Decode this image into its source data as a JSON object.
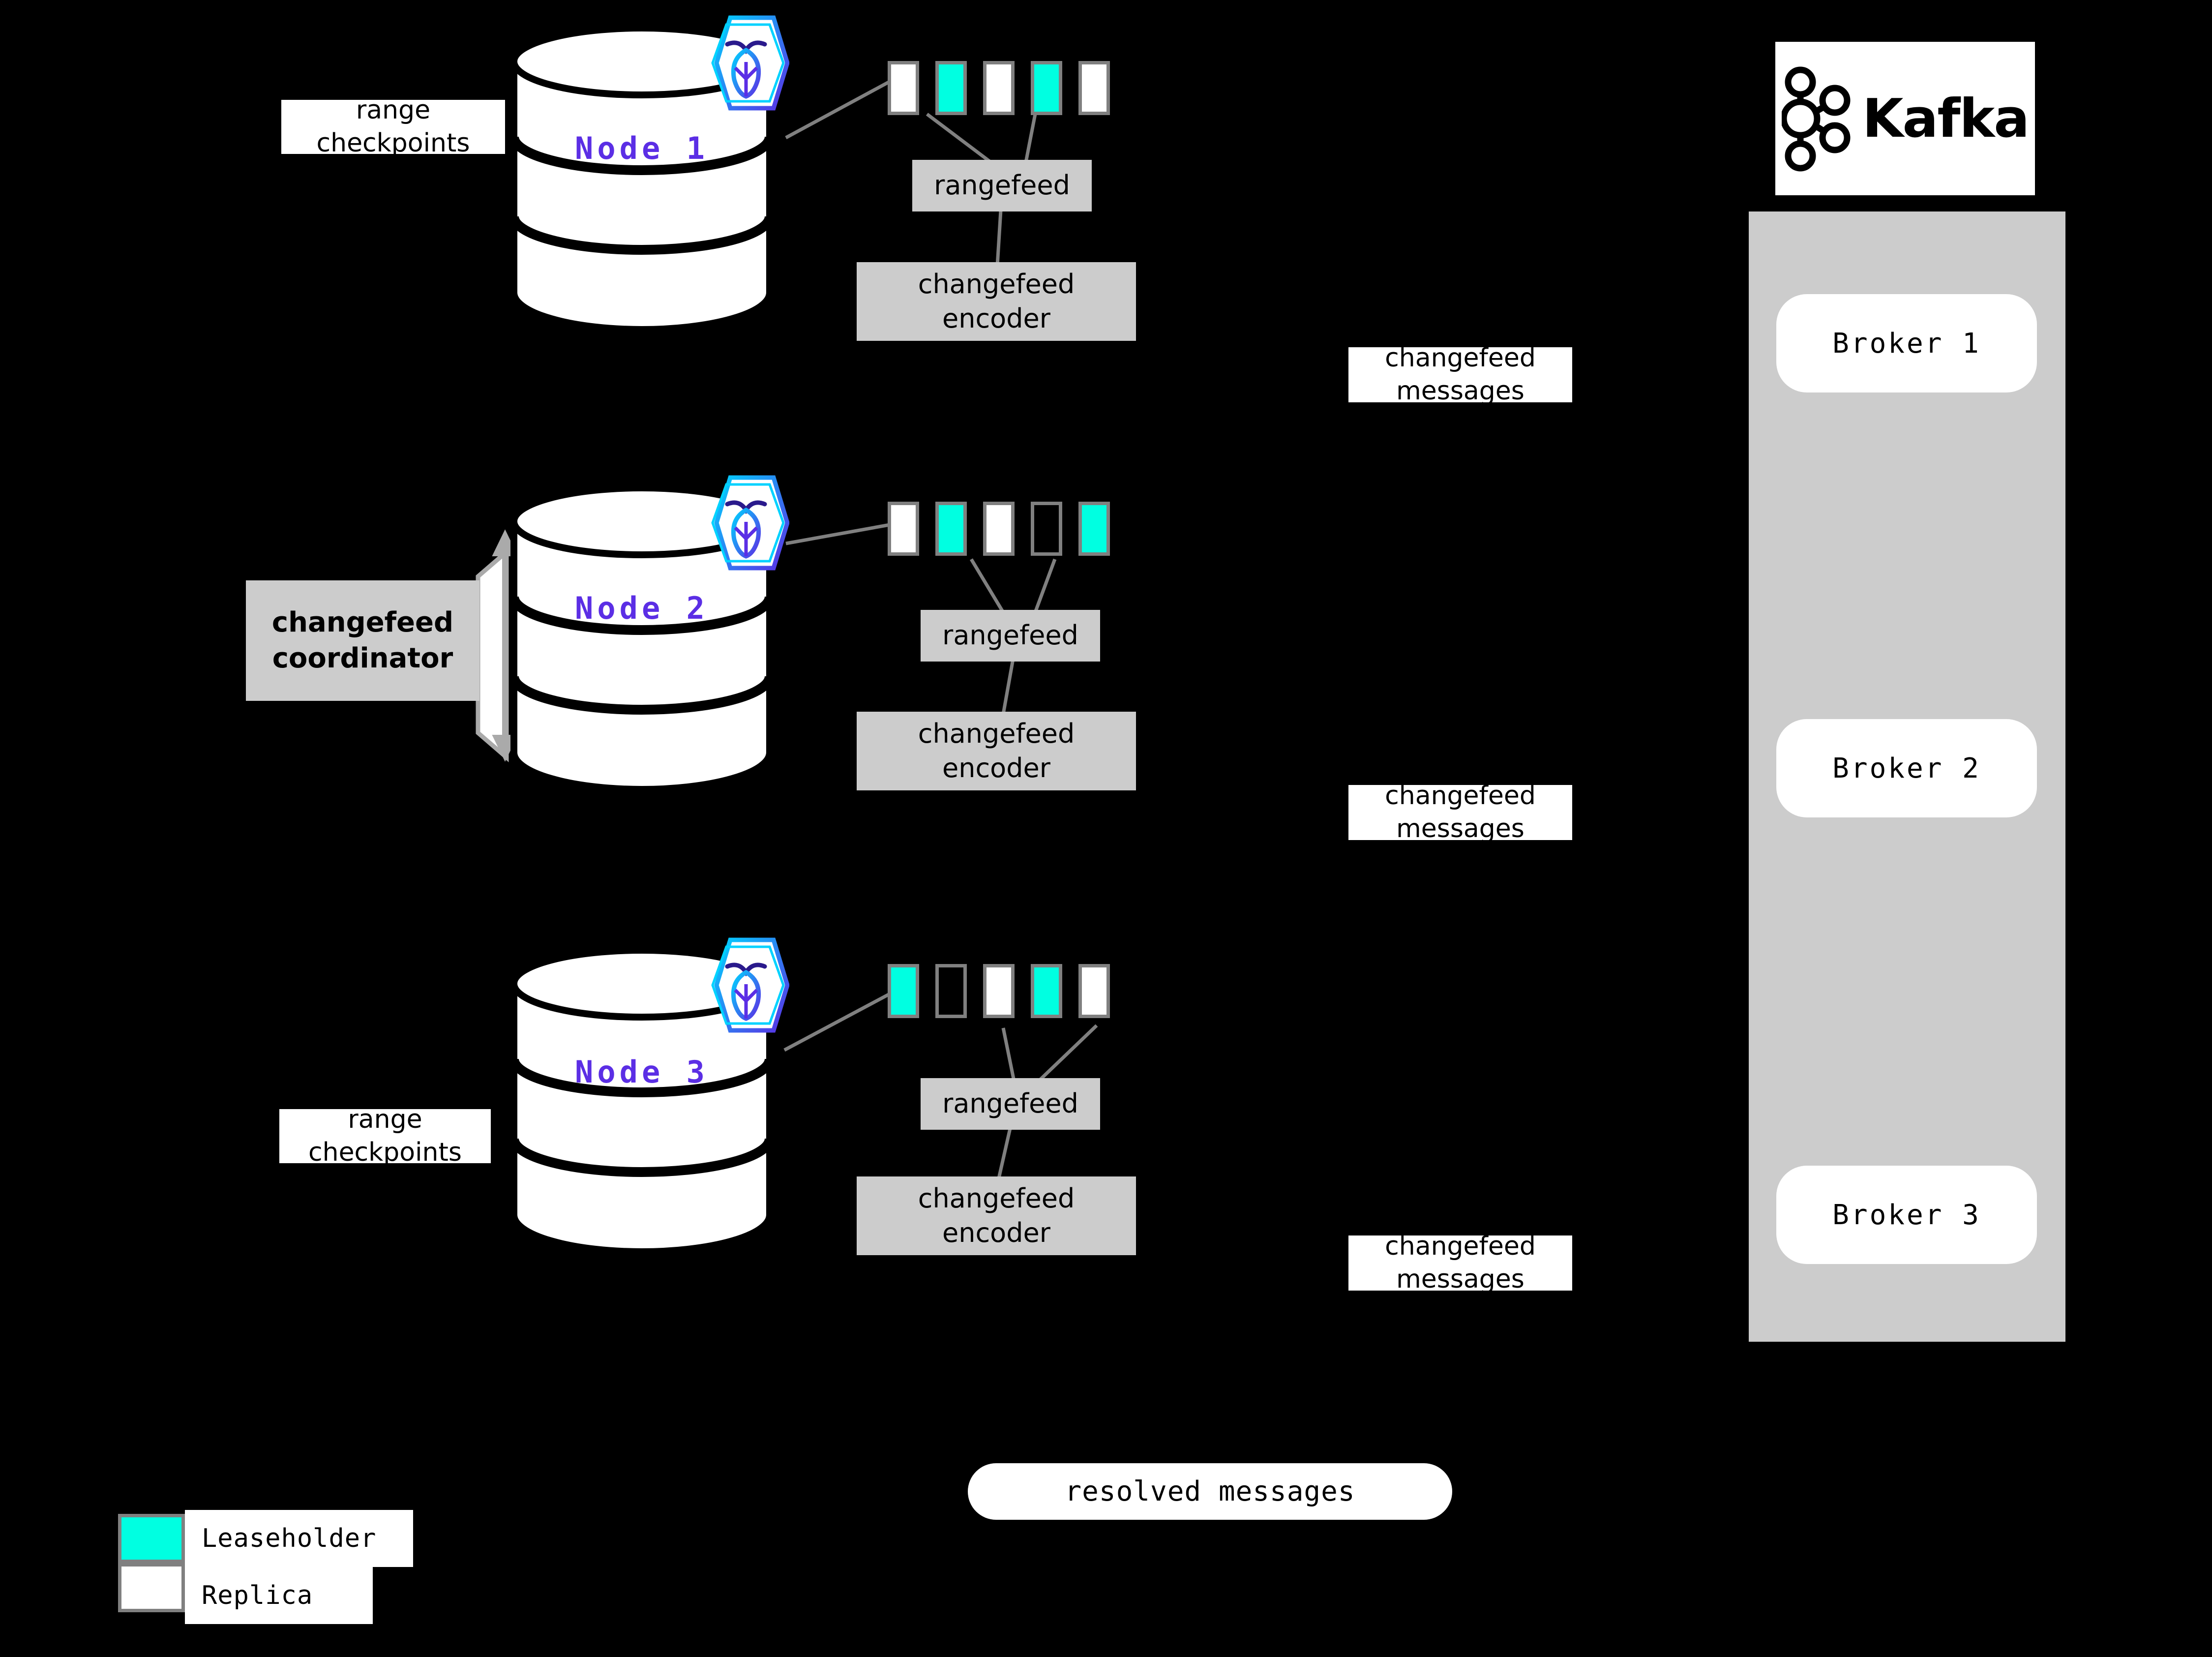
{
  "diagram": {
    "title": "CockroachDB changefeed to Kafka architecture",
    "background_color": "#000000",
    "accent_color": "#00ffe1",
    "node_label_color": "#5b2ee5",
    "gray_box_color": "#cccccc",
    "border_gray": "#808080"
  },
  "nodes": [
    {
      "id": "node1",
      "label": "Node 1",
      "logo_icon": "cockroachdb-hexagon-icon",
      "range_cells": [
        "replica",
        "leaseholder",
        "replica",
        "leaseholder",
        "replica"
      ],
      "rangefeed_label": "rangefeed",
      "encoder_label": "changefeed\nencoder",
      "side_label": "range\ncheckpoints"
    },
    {
      "id": "node2",
      "label": "Node 2",
      "logo_icon": "cockroachdb-hexagon-icon",
      "range_cells": [
        "replica",
        "leaseholder",
        "replica",
        "empty",
        "leaseholder"
      ],
      "rangefeed_label": "rangefeed",
      "encoder_label": "changefeed\nencoder",
      "coordinator_label": "changefeed\ncoordinator"
    },
    {
      "id": "node3",
      "label": "Node 3",
      "logo_icon": "cockroachdb-hexagon-icon",
      "range_cells": [
        "leaseholder",
        "empty",
        "replica",
        "leaseholder",
        "replica"
      ],
      "rangefeed_label": "rangefeed",
      "encoder_label": "changefeed\nencoder",
      "side_label": "range\ncheckpoints"
    }
  ],
  "changefeed_message_labels": [
    "changefeed\nmessages",
    "changefeed\nmessages",
    "changefeed\nmessages"
  ],
  "kafka": {
    "logo_word": "Kafka",
    "logo_icon": "kafka-node-graph-icon",
    "brokers": [
      "Broker 1",
      "Broker 2",
      "Broker 3"
    ]
  },
  "resolved": {
    "label": "resolved messages"
  },
  "legend": {
    "items": [
      {
        "swatch": "#00ffe1",
        "label": "Leaseholder"
      },
      {
        "swatch": "#ffffff",
        "label": "Replica"
      }
    ]
  }
}
